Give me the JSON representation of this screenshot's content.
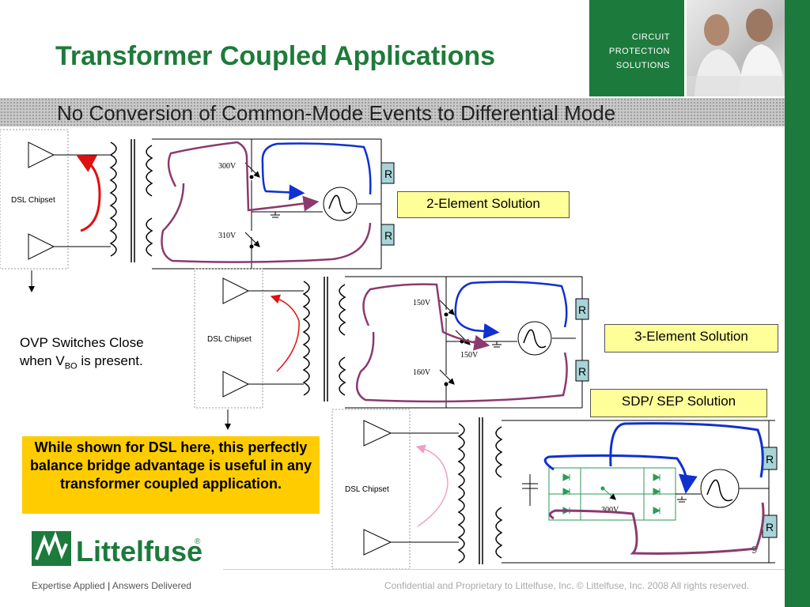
{
  "header": {
    "title": "Transformer Coupled Applications",
    "brand_lines": [
      "CIRCUIT",
      "PROTECTION",
      "SOLUTIONS"
    ]
  },
  "subtitle": "No Conversion of Common-Mode Events to Differential Mode",
  "diagrams": {
    "chip_label": "DSL Chipset",
    "resistor_label": "R",
    "two_element": {
      "label": "2-Element Solution",
      "v_top": "300V",
      "v_bottom": "310V"
    },
    "three_element": {
      "label": "3-Element Solution",
      "v_top": "150V",
      "v_mid": "150V",
      "v_bottom": "160V"
    },
    "sdp": {
      "label": "SDP/ SEP Solution",
      "v_mid": "300V"
    }
  },
  "note": {
    "line1": "OVP Switches Close",
    "line2_prefix": "when V",
    "line2_sub": "BO",
    "line2_suffix": " is present."
  },
  "callout": "While shown for DSL here, this perfectly balance bridge advantage is useful in any transformer coupled application.",
  "footer": {
    "logo_text": "Littelfuse",
    "logo_mark": "®",
    "tagline_left": "Expertise Applied",
    "tagline_right": "Answers Delivered",
    "confidential": "Confidential and Proprietary to Littelfuse, Inc. © Littelfuse, Inc. 2008 All rights reserved.",
    "page": "9"
  },
  "colors": {
    "brand_green": "#1c7a3c",
    "title_green": "#1e7b3a",
    "callout_yellow": "#ffcc00",
    "label_yellow": "#ffff99",
    "path_red": "#e01010",
    "path_blue": "#1030d0",
    "path_purple": "#8b3a6e",
    "resistor_fill": "#a8d4d8"
  }
}
